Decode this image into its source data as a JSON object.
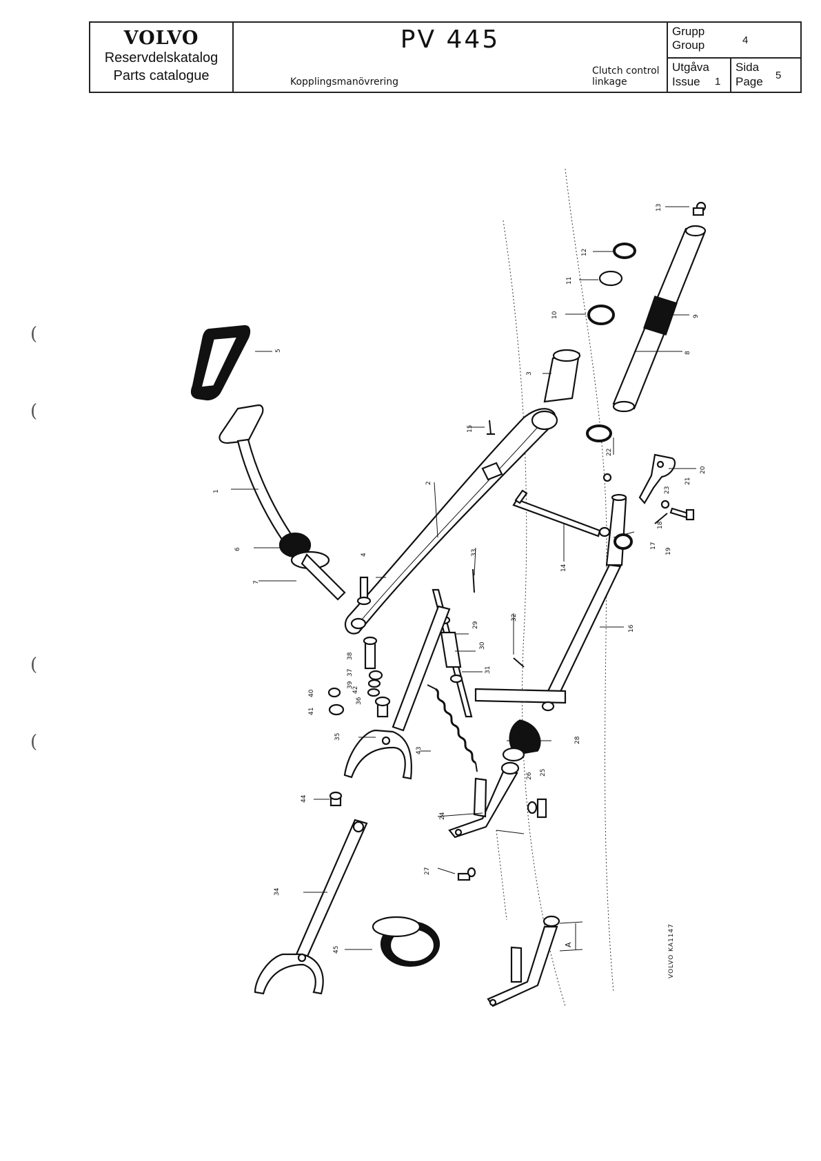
{
  "header": {
    "brand": "VOLVO",
    "catalog_sv": "Reservdelskatalog",
    "catalog_en": "Parts catalogue",
    "model": "PV 445",
    "section_sv": "Kopplingsmanövrering",
    "section_en": "Clutch control linkage",
    "group_label_sv": "Grupp",
    "group_label_en": "Group",
    "group_value": "4",
    "issue_label_sv": "Utgåva",
    "issue_label_en": "Issue",
    "issue_value": "1",
    "page_label_sv": "Sida",
    "page_label_en": "Page",
    "page_value": "5"
  },
  "margin_marks": [
    "(",
    "(",
    "(",
    "("
  ],
  "drawing": {
    "reference": "VOLVO KA1147",
    "dimension_label": "A",
    "callouts": [
      "1",
      "2",
      "3",
      "4",
      "5",
      "6",
      "7",
      "8",
      "9",
      "10",
      "11",
      "12",
      "13",
      "14",
      "15",
      "16",
      "17",
      "18",
      "19",
      "20",
      "21",
      "22",
      "23",
      "24",
      "25",
      "26",
      "27",
      "28",
      "29",
      "30",
      "31",
      "32",
      "33",
      "34",
      "35",
      "36",
      "37",
      "38",
      "39",
      "40",
      "41",
      "42",
      "43",
      "44",
      "45"
    ]
  }
}
